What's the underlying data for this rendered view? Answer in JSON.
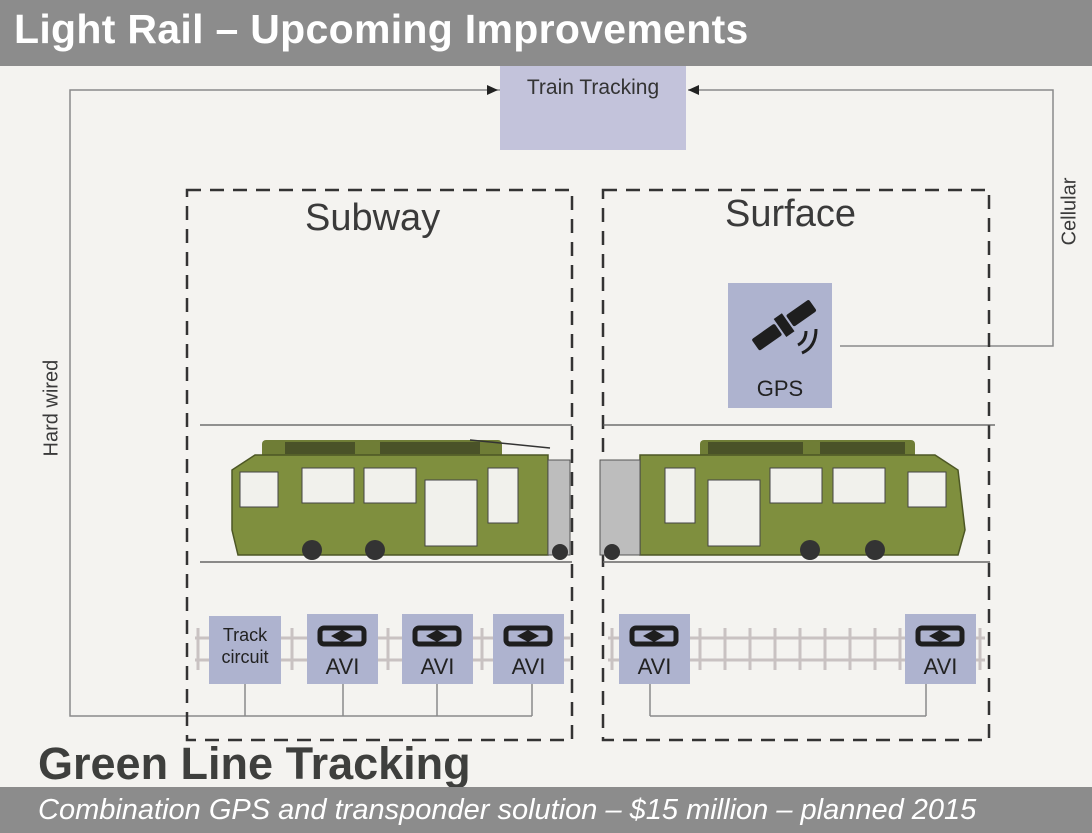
{
  "header": {
    "title": "Light Rail – Upcoming Improvements"
  },
  "diagram": {
    "train_tracking_label": "Train Tracking",
    "subway_label": "Subway",
    "surface_label": "Surface",
    "hard_wired_label": "Hard wired",
    "cellular_label": "Cellular",
    "gps_label": "GPS",
    "track_circuit_label": "Track circuit",
    "avi_label": "AVI",
    "colors": {
      "box_fill": "#aeb3cf",
      "train_green": "#7f8f3e",
      "header_gray": "#8c8c8c"
    }
  },
  "footer": {
    "title": "Green Line Tracking",
    "caption": "Combination GPS and transponder solution – $15 million – planned 2015"
  }
}
